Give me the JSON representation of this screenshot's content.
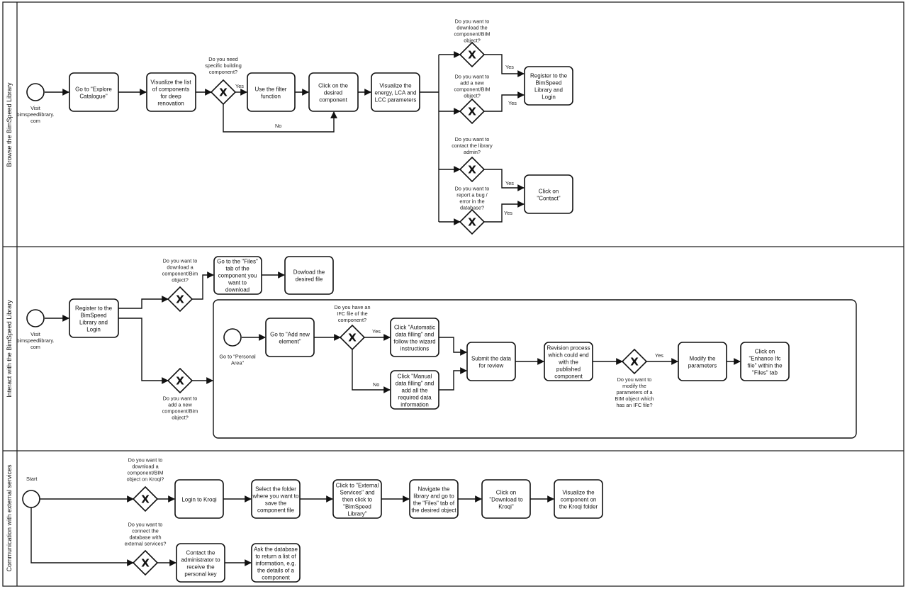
{
  "lanes": {
    "browse": "Browse the BimSpeed Library",
    "interact": "Interact with the BimSpeed Library",
    "external": "Communication with external services"
  },
  "browse": {
    "start_label": "Visit bimspeedlibrary. com",
    "explore": "Go to \"Explore Catalogue\"",
    "visualize_list": "Visualize the list of components for deep renovation",
    "q_specific": "Do you need specific building component?",
    "filter": "Use the filter function",
    "click_component": "Click on the desired component",
    "visualize_params": "Visualize the energy, LCA and LCC parameters",
    "q_download": "Do you want to download the component/BIM object?",
    "q_add": "Do you want to add a new component/BIM object?",
    "register": "Register to the BimSpeed Library and Login",
    "q_contact": "Do you want to contact the library admin?",
    "q_bug": "Do you want to report a bug / error in the database?",
    "contact": "Click on \"Contact\"",
    "yes": "Yes",
    "no": "No"
  },
  "interact": {
    "start_label": "Visit bimspeedlibrary. com",
    "register": "Register to the BimSpeed Library and Login",
    "q_download": "Do you want to download a component/Bim object?",
    "files_tab": "Go to the \"Files\" tab of the component you want to download",
    "download_file": "Dowload the desired file",
    "q_add": "Do you want to add a new component/Bim object?",
    "sub": {
      "start_label": "Go to \"Personal Area\"",
      "add_element": "Go to \"Add new element\"",
      "q_ifc": "Do you have an IFC file of the component?",
      "auto_fill": "Click \"Automatic data filling\" and follow the wizard instructions",
      "manual_fill": "Click \"Manual data filling\" and add all the required data information",
      "submit": "Submit the data for review",
      "revision": "Revision process which could end with the published component",
      "q_modify": "Do you want to modify the parameters of a BIM object which has an IFC file?",
      "modify": "Modify the parameters",
      "enhance": "Click on \"Enhance Ifc file\" within the \"Files\" tab",
      "yes": "Yes",
      "no": "No",
      "yes2": "Yes"
    }
  },
  "external": {
    "start_label": "Start",
    "q_kroqi": "Do you want to download a component/BIM object on Kroqi?",
    "login": "Login to Kroqi",
    "select_folder": "Select the folder where you want to save the component file",
    "ext_services": "Click to \"External Services\" and then click to \"BimSpeed Library\"",
    "navigate": "Navigate the library and go to the \"Files\" tab of the desired object",
    "download_kroqi": "Click on \"Download to Kroqi\"",
    "visualize_kroqi": "Visualize the component on the Kroqi folder",
    "q_connect": "Do you want to connect the database with external services?",
    "contact_admin": "Contact the administrator to receive the personal key",
    "ask_db": "Ask the database to return a list of information, e.g. the details of a component"
  },
  "icons": {
    "gateway": "exclusive-gateway-icon",
    "start": "start-event-icon"
  },
  "colors": {
    "stroke": "#111111",
    "background": "#ffffff"
  }
}
